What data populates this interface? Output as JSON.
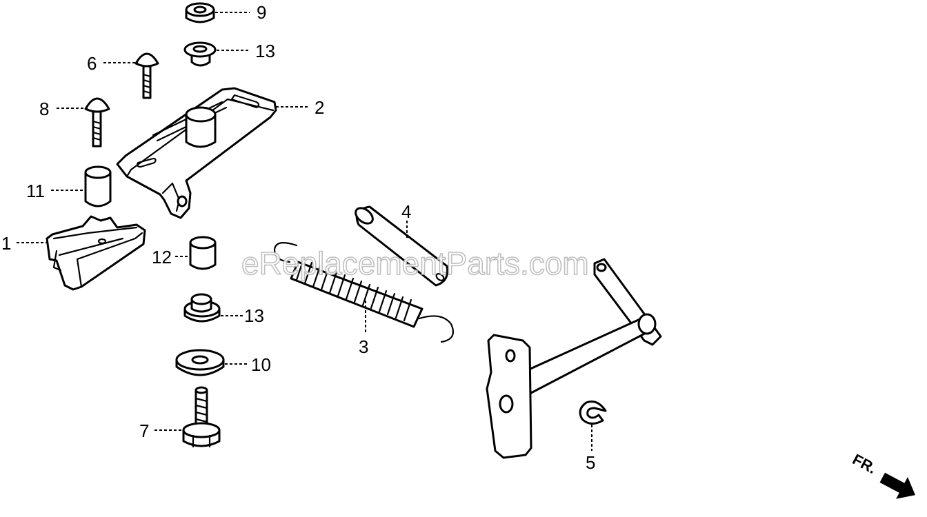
{
  "watermark": "eReplacementParts.com",
  "front_marker": "FR.",
  "callouts": {
    "p1": "1",
    "p2": "2",
    "p3": "3",
    "p4": "4",
    "p5": "5",
    "p6": "6",
    "p7": "7",
    "p8": "8",
    "p9": "9",
    "p10": "10",
    "p11": "11",
    "p12": "12",
    "p13a": "13",
    "p13b": "13"
  }
}
